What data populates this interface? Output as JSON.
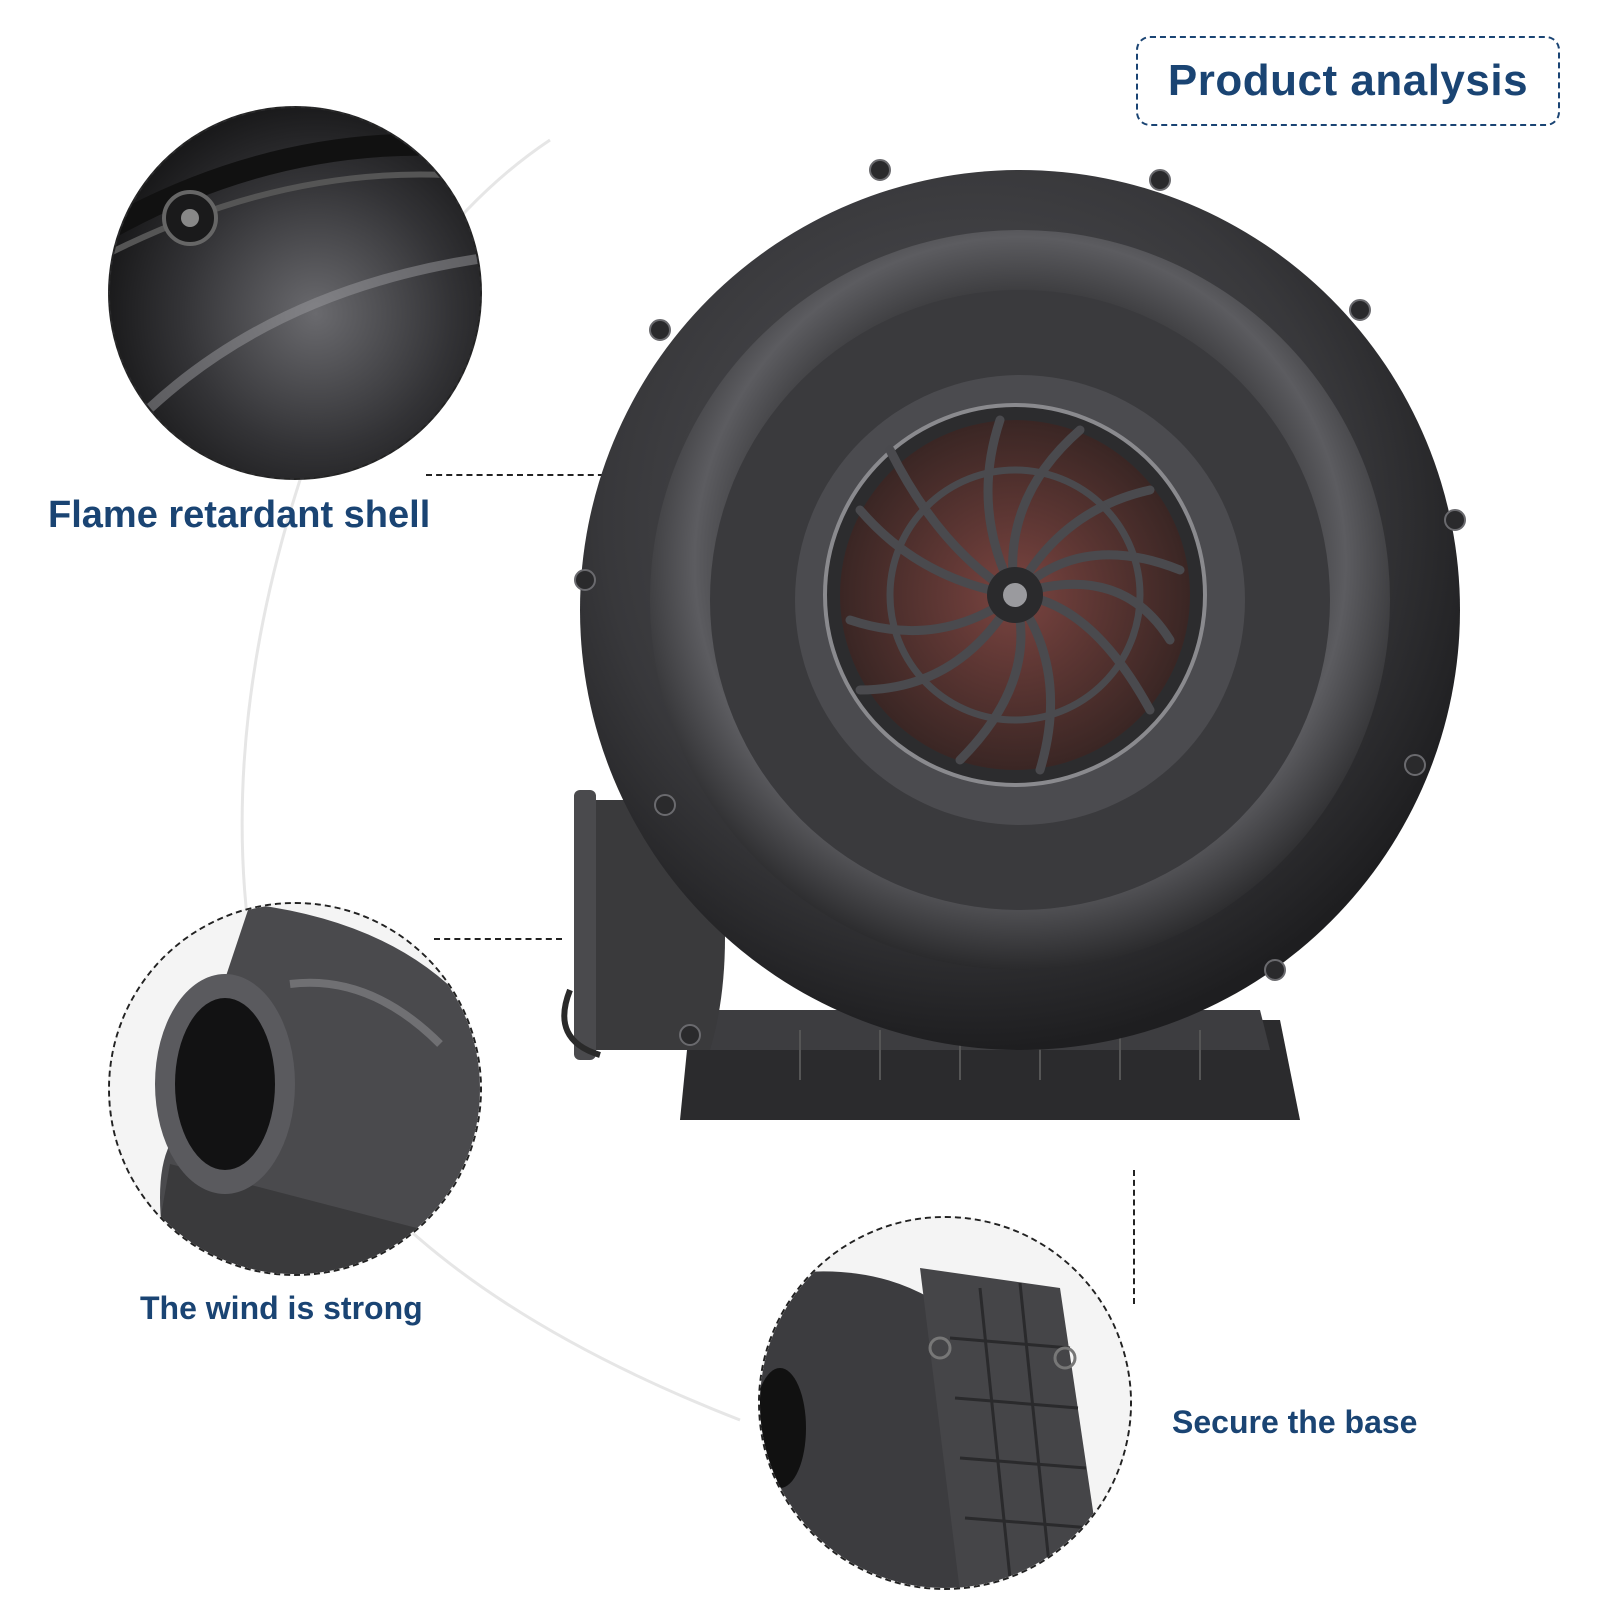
{
  "title": "Product analysis",
  "features": [
    {
      "id": "shell",
      "label": "Flame retardant shell"
    },
    {
      "id": "wind",
      "label": "The wind is strong"
    },
    {
      "id": "base",
      "label": "Secure the base"
    }
  ],
  "colors": {
    "accent": "#1a4473",
    "product_body": "#3a3a3c",
    "product_highlight": "#7a7a7e",
    "impeller": "#6b3a36",
    "leader_line": "#222222",
    "arc_line": "#e6e6e6"
  }
}
